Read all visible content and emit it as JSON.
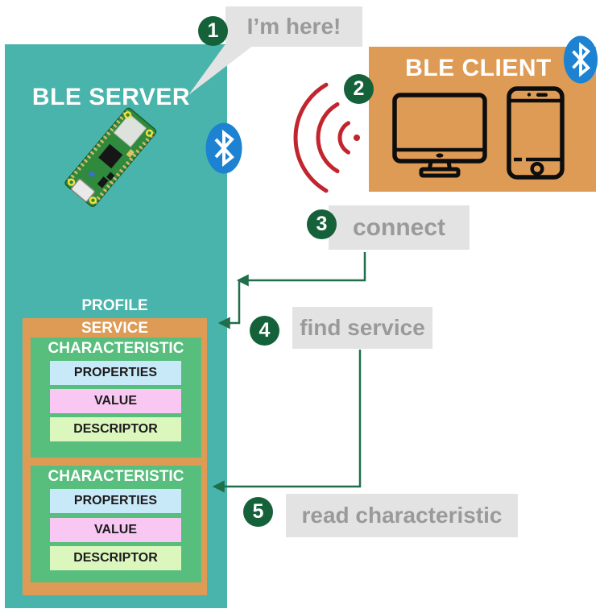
{
  "server": {
    "title": "BLE SERVER",
    "profile_label": "PROFILE",
    "service_label": "SERVICE",
    "characteristic_1": {
      "title": "CHARACTERISTIC",
      "properties": "PROPERTIES",
      "value": "VALUE",
      "descriptor": "DESCRIPTOR"
    },
    "characteristic_2": {
      "title": "CHARACTERISTIC",
      "properties": "PROPERTIES",
      "value": "VALUE",
      "descriptor": "DESCRIPTOR"
    }
  },
  "client": {
    "title": "BLE CLIENT"
  },
  "steps": {
    "step1": {
      "number": "1",
      "label": "I’m here!"
    },
    "step2": {
      "number": "2"
    },
    "step3": {
      "number": "3",
      "label": "connect"
    },
    "step4": {
      "number": "4",
      "label": "find service"
    },
    "step5": {
      "number": "5",
      "label": "read characteristic"
    }
  },
  "icons": {
    "bluetooth": "bluetooth-logo",
    "monitor": "desktop-computer-outline",
    "smartphone": "smartphone-outline",
    "board": "raspberry-pi-pico-w-board",
    "waves": "red-radio-waves",
    "speech_bubble": "gray-speech-bubble"
  },
  "colors": {
    "server_bg": "#49b4ab",
    "client_bg": "#de9b55",
    "service_bg": "#de9b55",
    "characteristic_bg": "#58be7d",
    "properties_bg": "#c8e9f8",
    "value_bg": "#f8c8f3",
    "descriptor_bg": "#dcf7be",
    "step_circle_green": "#15613a",
    "arrow_green": "#1e6f4a",
    "bluetooth_blue": "#1d82d2",
    "label_bg": "#e3e3e3",
    "label_text": "#9a9a9a",
    "wave_red": "#c2252e",
    "device_outline": "#0d0d0d"
  }
}
